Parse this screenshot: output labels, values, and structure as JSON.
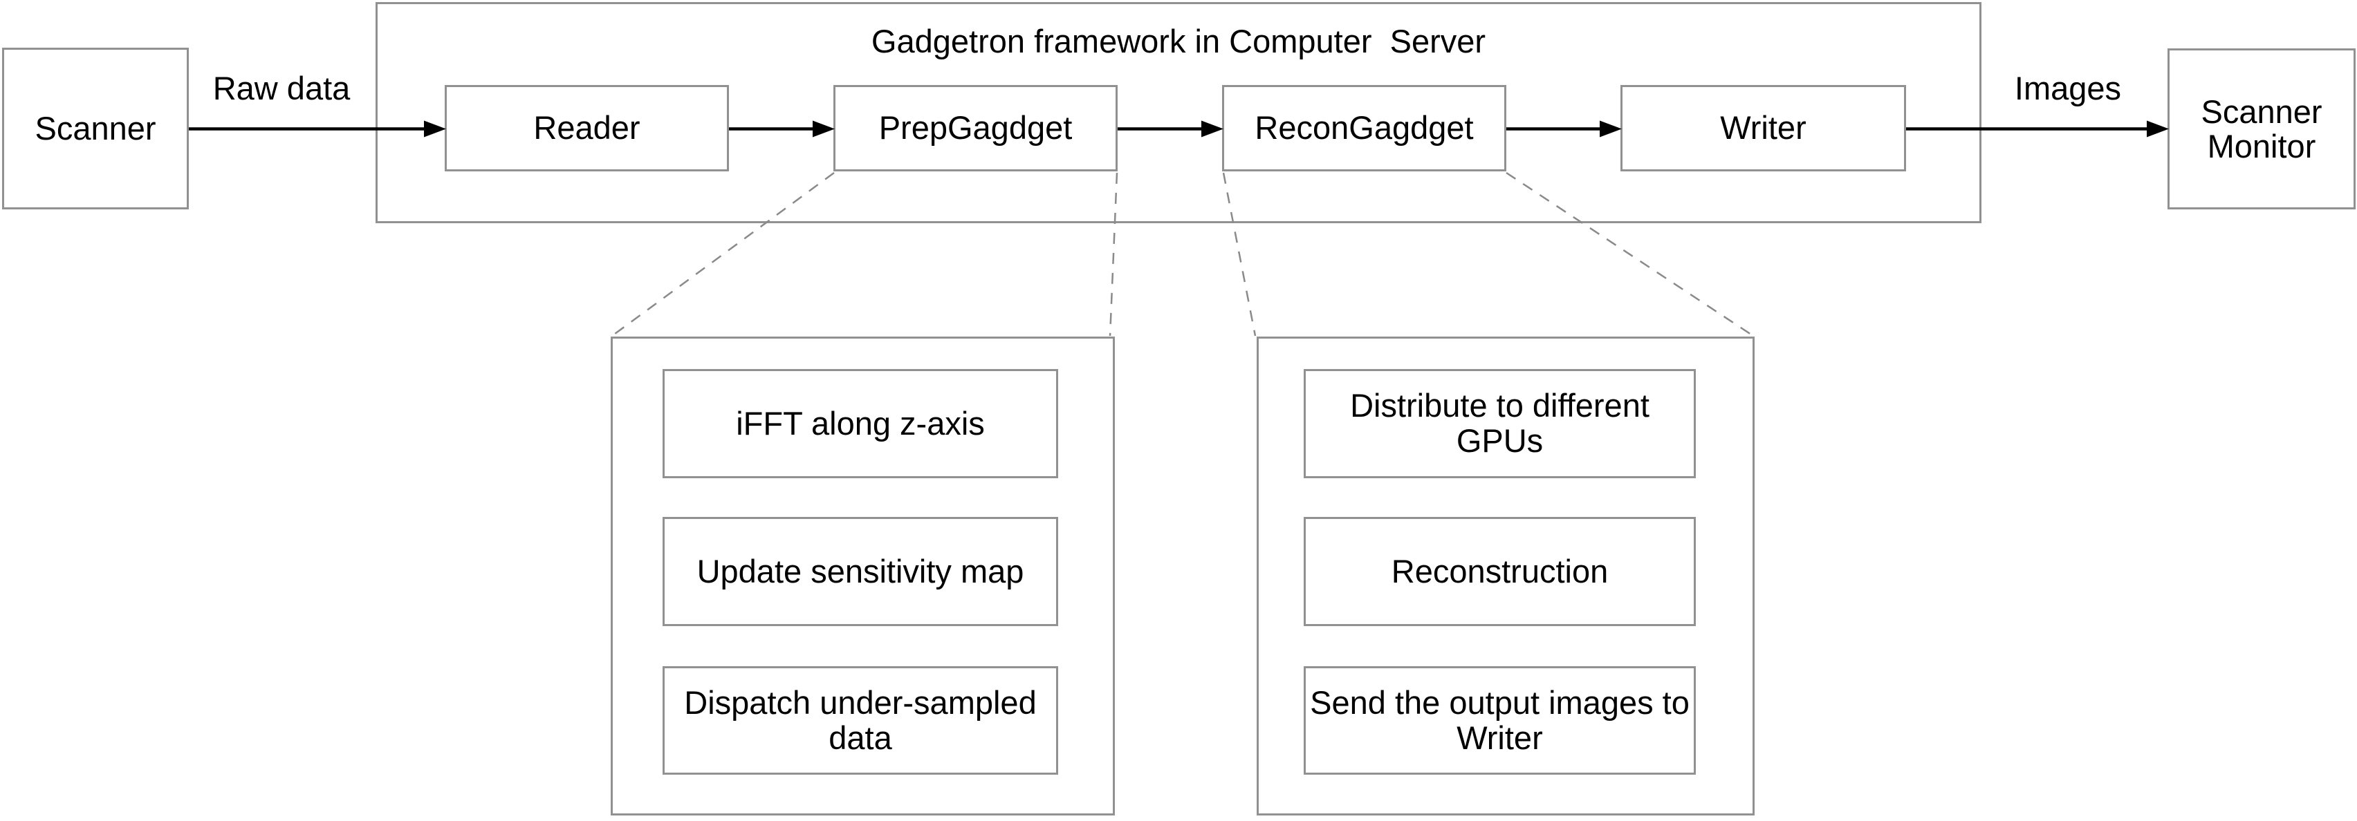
{
  "colors": {
    "background": "#ffffff",
    "box_border": "#919191",
    "dashed_line": "#8a8a8a",
    "arrow": "#000000",
    "text": "#000000"
  },
  "diagram": {
    "title": "Gadgetron framework in Computer  Server",
    "source": {
      "label": "Scanner"
    },
    "sink": {
      "label": "Scanner\nMonitor"
    },
    "edge_labels": {
      "raw_data": "Raw data",
      "images": "Images"
    },
    "pipeline": {
      "reader": {
        "label": "Reader"
      },
      "prep_gadget": {
        "label": "PrepGagdget"
      },
      "recon_gadget": {
        "label": "ReconGagdget"
      },
      "writer": {
        "label": "Writer"
      }
    },
    "prep_gadget_details": {
      "steps": [
        {
          "label": "iFFT along z-axis"
        },
        {
          "label": "Update sensitivity map"
        },
        {
          "label": "Dispatch under-sampled\ndata"
        }
      ]
    },
    "recon_gadget_details": {
      "steps": [
        {
          "label": "Distribute to different\nGPUs"
        },
        {
          "label": "Reconstruction"
        },
        {
          "label": "Send the output images to\nWriter"
        }
      ]
    }
  }
}
